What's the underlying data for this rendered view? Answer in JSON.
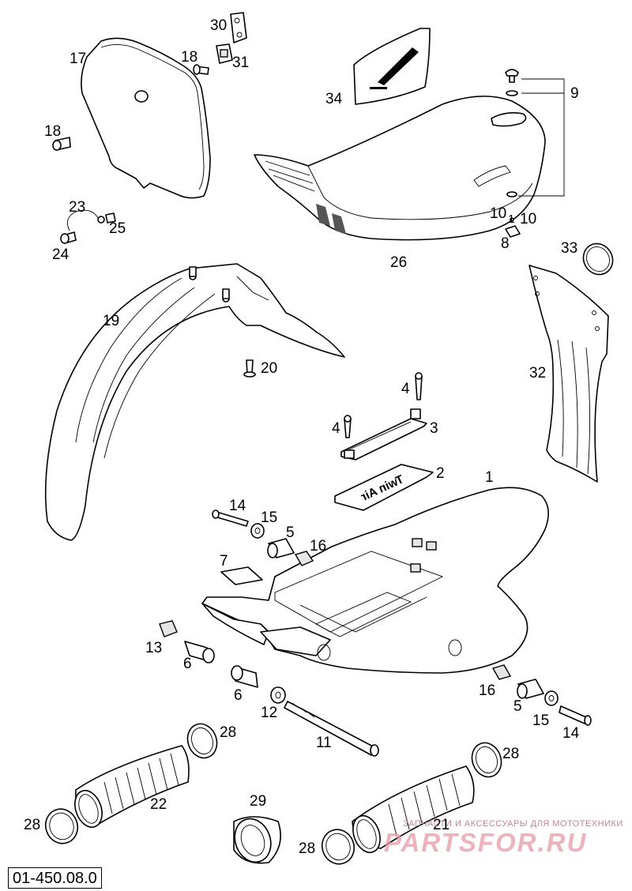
{
  "diagram": {
    "reference_code": "01-450.08.0",
    "callouts": {
      "c1": "1",
      "c2": "2",
      "c3": "3",
      "c4a": "4",
      "c4b": "4",
      "c5a": "5",
      "c5b": "5",
      "c6a": "6",
      "c6b": "6",
      "c7": "7",
      "c8": "8",
      "c9": "9",
      "c10a": "10",
      "c10b": "10",
      "c11": "11",
      "c12": "12",
      "c13": "13",
      "c14a": "14",
      "c14b": "14",
      "c15a": "15",
      "c15b": "15",
      "c16a": "16",
      "c16b": "16",
      "c17": "17",
      "c18a": "18",
      "c18b": "18",
      "c19": "19",
      "c20": "20",
      "c21": "21",
      "c22": "22",
      "c23": "23",
      "c24": "24",
      "c25": "25",
      "c26": "26",
      "c28a": "28",
      "c28b": "28",
      "c28c": "28",
      "c28d": "28",
      "c29": "29",
      "c30": "30",
      "c31": "31",
      "c32": "32",
      "c33": "33",
      "c34": "34"
    },
    "sticker_text": "Twin Air",
    "watermark": {
      "tagline": "ЗАПЧАСТИ И АКСЕССУАРЫ ДЛЯ МОТОТЕХНИКИ",
      "brand": "PARTSFOR.RU"
    },
    "colors": {
      "line": "#000000",
      "watermark": "#e89aa8"
    }
  }
}
